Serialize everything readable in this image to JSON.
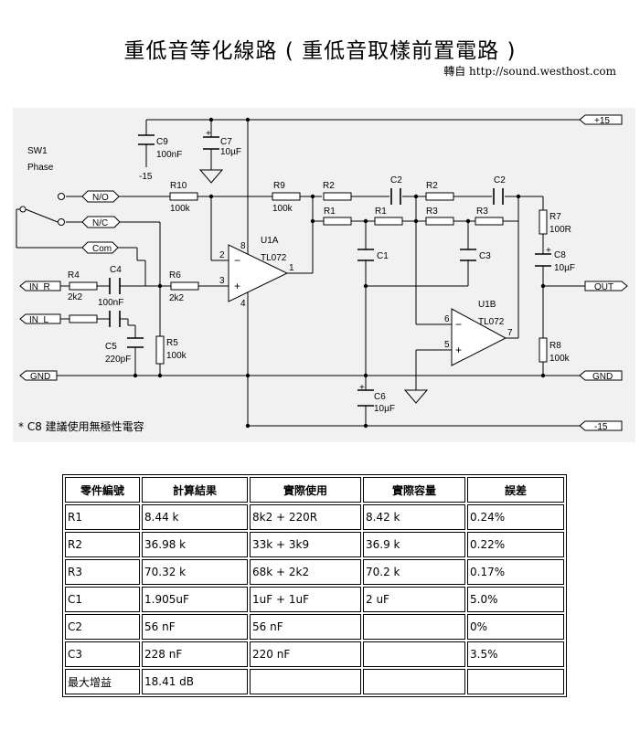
{
  "page": {
    "title": "重低音等化線路 ( 重低音取樣前置電路 )",
    "source_label": "轉自",
    "source_url": "http://sound.westhost.com"
  },
  "schematic": {
    "sw1_label": "SW1",
    "sw1_sub": "Phase",
    "ports": {
      "p15": "+15",
      "m15": "-15",
      "out": "OUT",
      "gnd_left": "GND",
      "gnd_right": "GND",
      "in_r": "IN  R",
      "in_l": "IN  L",
      "no": "N/O",
      "nc": "N/C",
      "com": "Com"
    },
    "components": {
      "c9": "C9",
      "c9_val": "100nF",
      "m15_label": "-15",
      "c7": "C7",
      "c7_val": "10µF",
      "r10": "R10",
      "r10_val": "100k",
      "r9": "R9",
      "r9_val": "100k",
      "r4": "R4",
      "r4_val": "2k2",
      "c4": "C4",
      "c4_val": "100nF",
      "r6": "R6",
      "r6_val": "2k2",
      "c5": "C5",
      "c5_val": "220pF",
      "r5": "R5",
      "r5_val": "100k",
      "u1a": "U1A",
      "u1a_type": "TL072",
      "u1b": "U1B",
      "u1b_type": "TL072",
      "r2a": "R2",
      "c2a": "C2",
      "r2b": "R2",
      "c2b": "C2",
      "r1a": "R1",
      "r1b": "R1",
      "r3a": "R3",
      "r3b": "R3",
      "c1": "C1",
      "c3": "C3",
      "r7": "R7",
      "r7_val": "100R",
      "c8": "C8",
      "c8_val": "10µF",
      "r8": "R8",
      "r8_val": "100k",
      "c6": "C6",
      "c6_val": "10µF"
    },
    "pins": {
      "p8": "8",
      "p2": "2",
      "p3": "3",
      "p4": "4",
      "p1": "1",
      "p6": "6",
      "p5": "5",
      "p7": "7"
    },
    "minus": "−",
    "plus": "+",
    "note": "* C8 建議使用無極性電容"
  },
  "table": {
    "headers": [
      "零件編號",
      "計算結果",
      "實際使用",
      "實際容量",
      "誤差"
    ],
    "rows": [
      [
        "R1",
        "8.44 k",
        "8k2 + 220R",
        "8.42 k",
        "0.24%"
      ],
      [
        "R2",
        "36.98 k",
        "33k + 3k9",
        "36.9 k",
        "0.22%"
      ],
      [
        "R3",
        "70.32 k",
        "68k + 2k2",
        "70.2 k",
        "0.17%"
      ],
      [
        "C1",
        "1.905uF",
        "1uF + 1uF",
        "2 uF",
        "5.0%"
      ],
      [
        "C2",
        "56 nF",
        "56 nF",
        "",
        "0%"
      ],
      [
        "C3",
        "228 nF",
        "220 nF",
        "",
        "3.5%"
      ],
      [
        "最大增益",
        "18.41 dB",
        "",
        "",
        ""
      ]
    ]
  }
}
